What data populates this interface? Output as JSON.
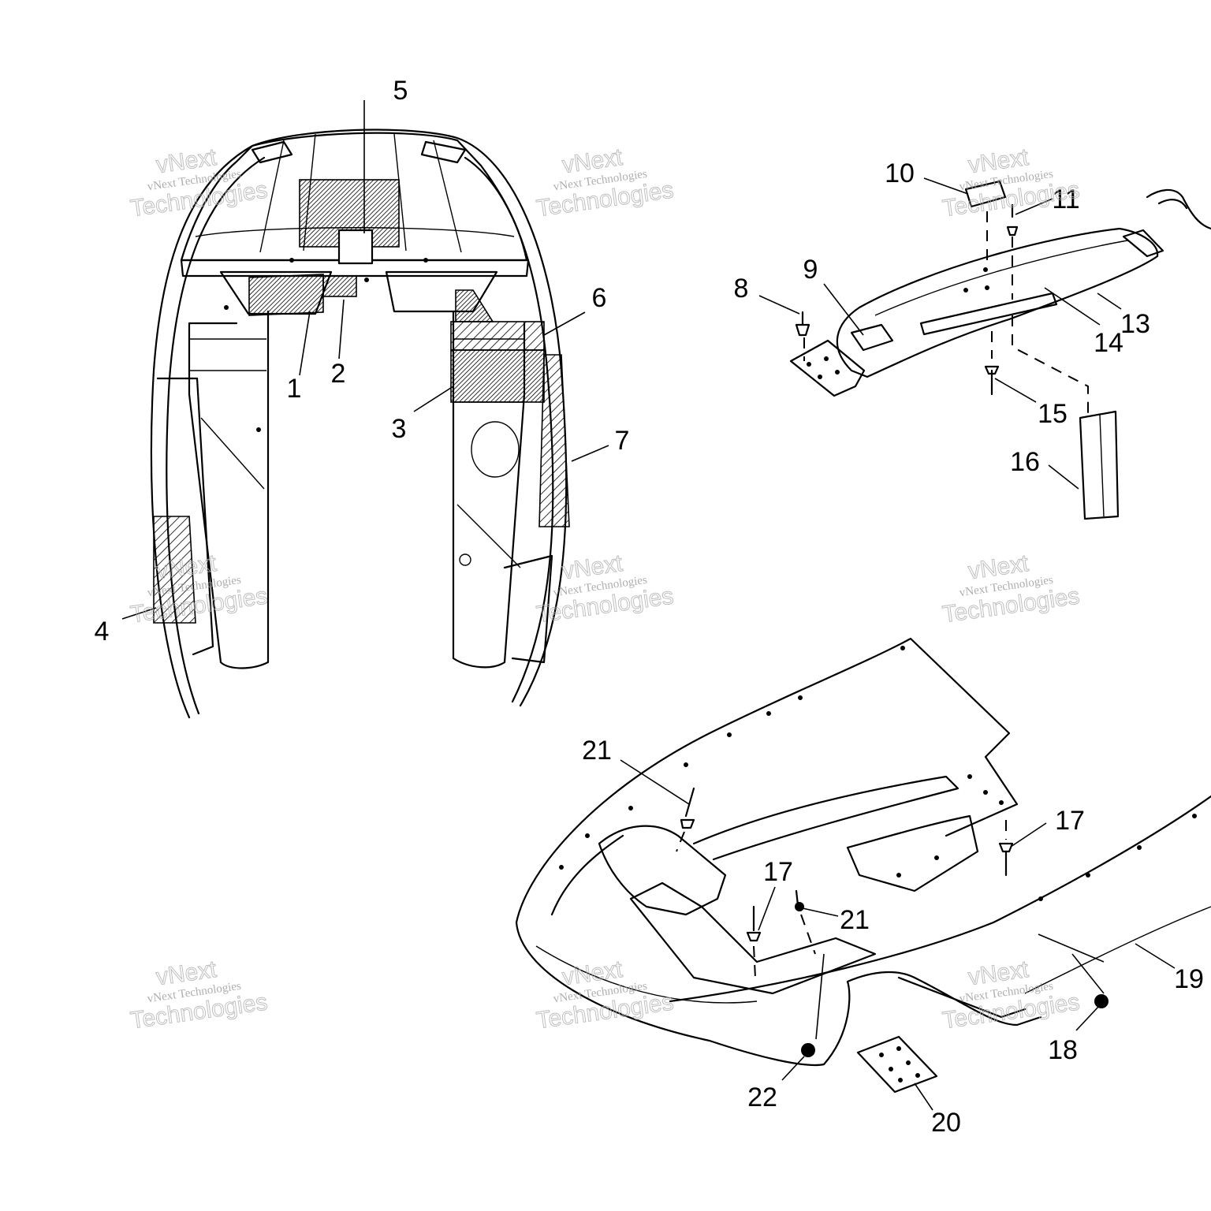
{
  "callouts": [
    {
      "id": "1",
      "label": "1"
    },
    {
      "id": "2",
      "label": "2"
    },
    {
      "id": "3",
      "label": "3"
    },
    {
      "id": "4",
      "label": "4"
    },
    {
      "id": "5",
      "label": "5"
    },
    {
      "id": "6",
      "label": "6"
    },
    {
      "id": "7",
      "label": "7"
    },
    {
      "id": "8",
      "label": "8"
    },
    {
      "id": "9",
      "label": "9"
    },
    {
      "id": "10",
      "label": "10"
    },
    {
      "id": "11",
      "label": "11"
    },
    {
      "id": "13",
      "label": "13"
    },
    {
      "id": "14",
      "label": "14"
    },
    {
      "id": "15",
      "label": "15"
    },
    {
      "id": "16",
      "label": "16"
    },
    {
      "id": "17a",
      "label": "17"
    },
    {
      "id": "17b",
      "label": "17"
    },
    {
      "id": "18",
      "label": "18"
    },
    {
      "id": "19",
      "label": "19"
    },
    {
      "id": "20",
      "label": "20"
    },
    {
      "id": "21a",
      "label": "21"
    },
    {
      "id": "21b",
      "label": "21"
    },
    {
      "id": "22",
      "label": "22"
    }
  ],
  "watermark": {
    "line1": "vNext Technologies",
    "line2": "vNext",
    "line3": "Technologies"
  }
}
